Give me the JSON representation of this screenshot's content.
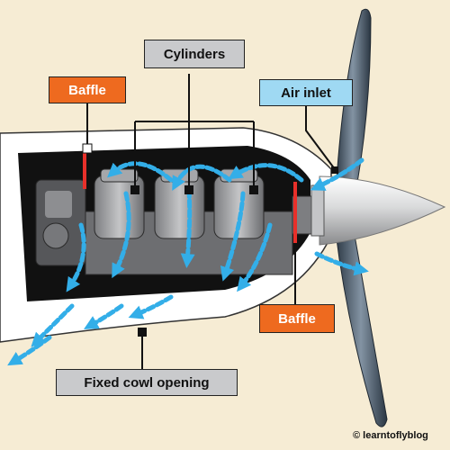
{
  "labels": {
    "cylinders": "Cylinders",
    "baffle_top": "Baffle",
    "air_inlet": "Air inlet",
    "baffle_bottom": "Baffle",
    "fixed_cowl_opening": "Fixed cowl opening"
  },
  "credit": "© learntoflyblog",
  "colors": {
    "background": "#f6ecd4",
    "label_orange": "#ee6a1f",
    "label_gray": "#c9cacc",
    "label_blue": "#9fd9f3",
    "airflow": "#33aee8",
    "engine": "#6d6e71",
    "cowl": "#ffffff",
    "propeller": "#3d4c5c",
    "baffle": "#e8302a"
  },
  "icons": [
    "airflow-arrow",
    "propeller",
    "spinner",
    "engine-block",
    "cylinder"
  ]
}
